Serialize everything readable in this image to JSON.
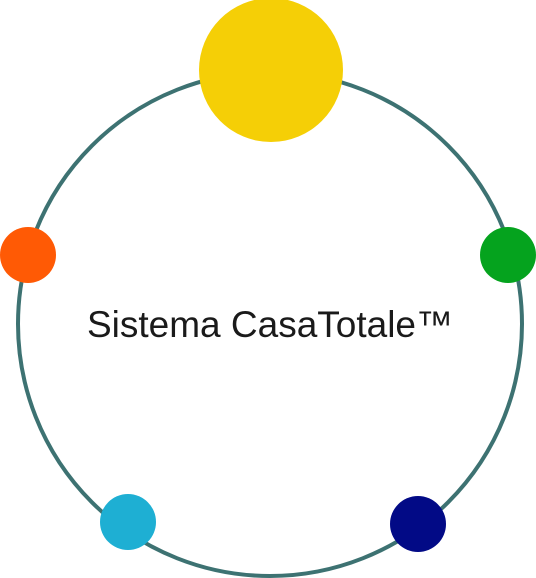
{
  "diagram": {
    "center_text": "Sistema CasaTotale™",
    "ring_color": "#3d7272",
    "text_color": "#1a1a1a",
    "nodes": [
      {
        "name": "top-node",
        "color": "#f5cf06"
      },
      {
        "name": "left-node",
        "color": "#ff5a05"
      },
      {
        "name": "right-node",
        "color": "#05a31e"
      },
      {
        "name": "bottom-left-node",
        "color": "#1eafd3"
      },
      {
        "name": "bottom-right-node",
        "color": "#020a86"
      }
    ]
  }
}
